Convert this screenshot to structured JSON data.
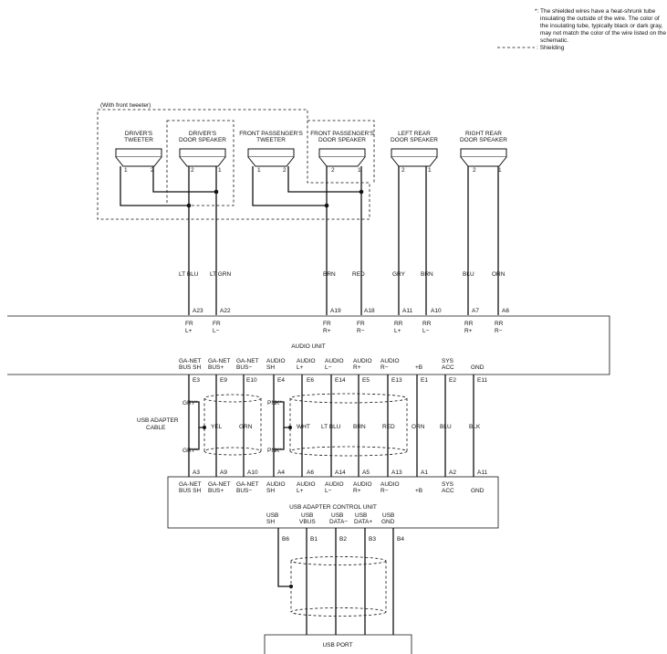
{
  "note": {
    "marker": "*:",
    "lines": [
      "The shielded wires have a heat-shrunk tube",
      "insulating the outside of the wire. The color of",
      "the insulating tube, typically black or dark gray,",
      "may not match the color of the wire listed on the",
      "schematic."
    ],
    "legend_symbol": "- - - - - -",
    "legend_label": ": Shielding"
  },
  "tweeter_group_label": "(With front tweeter)",
  "speakers": [
    {
      "line1": "DRIVER'S",
      "line2": "TWEETER",
      "pin_left": "1",
      "pin_right": "2"
    },
    {
      "line1": "DRIVER'S",
      "line2": "DOOR SPEAKER",
      "pin_left": "2",
      "pin_right": "1"
    },
    {
      "line1": "FRONT PASSENGER'S",
      "line2": "TWEETER",
      "pin_left": "1",
      "pin_right": "2"
    },
    {
      "line1": "FRONT PASSENGER'S",
      "line2": "DOOR SPEAKER",
      "pin_left": "2",
      "pin_right": "1"
    },
    {
      "line1": "LEFT REAR",
      "line2": "DOOR SPEAKER",
      "pin_left": "2",
      "pin_right": "1"
    },
    {
      "line1": "RIGHT REAR",
      "line2": "DOOR SPEAKER",
      "pin_left": "2",
      "pin_right": "1"
    }
  ],
  "speaker_wires": [
    {
      "color": "LT BLU",
      "pin": "A23",
      "sig1": "FR",
      "sig2": "L+"
    },
    {
      "color": "LT GRN",
      "pin": "A22",
      "sig1": "FR",
      "sig2": "L−"
    },
    {
      "color": "BRN",
      "pin": "A19",
      "sig1": "FR",
      "sig2": "R+"
    },
    {
      "color": "RED",
      "pin": "A18",
      "sig1": "FR",
      "sig2": "R−"
    },
    {
      "color": "GRY",
      "pin": "A11",
      "sig1": "RR",
      "sig2": "L+"
    },
    {
      "color": "BRN",
      "pin": "A10",
      "sig1": "RR",
      "sig2": "L−"
    },
    {
      "color": "BLU",
      "pin": "A7",
      "sig1": "RR",
      "sig2": "R+"
    },
    {
      "color": "ORN",
      "pin": "A6",
      "sig1": "RR",
      "sig2": "R−"
    }
  ],
  "audio_unit": {
    "title": "AUDIO UNIT",
    "bottom_pins": [
      {
        "line1": "GA-NET",
        "line2": "BUS SH",
        "pin": "E3"
      },
      {
        "line1": "GA-NET",
        "line2": "BUS+",
        "pin": "E9"
      },
      {
        "line1": "GA-NET",
        "line2": "BUS−",
        "pin": "E10"
      },
      {
        "line1": "AUDIO",
        "line2": "SH",
        "pin": "E4"
      },
      {
        "line1": "AUDIO",
        "line2": "L+",
        "pin": "E6"
      },
      {
        "line1": "AUDIO",
        "line2": "L−",
        "pin": "E14"
      },
      {
        "line1": "AUDIO",
        "line2": "R+",
        "pin": "E5"
      },
      {
        "line1": "AUDIO",
        "line2": "R−",
        "pin": "E13"
      },
      {
        "line1": "",
        "line2": "+B",
        "pin": "E1"
      },
      {
        "line1": "SYS",
        "line2": "ACC",
        "pin": "E2"
      },
      {
        "line1": "",
        "line2": "GND",
        "pin": "E11"
      }
    ]
  },
  "usb_cable": {
    "label_line1": "USB ADAPTER",
    "label_line2": "CABLE",
    "shield_colors": {
      "gray_top": "GRY*",
      "gray_bottom": "GRY*",
      "pink_top": "PNK*",
      "pink_bottom": "PNK*"
    },
    "wire_colors": [
      "YEL",
      "GRN",
      "WHT",
      "LT BLU",
      "BRN",
      "RED",
      "ORN",
      "BLU",
      "BLK"
    ]
  },
  "usb_control_unit": {
    "title": "USB ADAPTER CONTROL UNIT",
    "top_pins": [
      {
        "line1": "GA-NET",
        "line2": "BUS SH",
        "pin": "A3"
      },
      {
        "line1": "GA-NET",
        "line2": "BUS+",
        "pin": "A9"
      },
      {
        "line1": "GA-NET",
        "line2": "BUS−",
        "pin": "A10"
      },
      {
        "line1": "AUDIO",
        "line2": "SH",
        "pin": "A4"
      },
      {
        "line1": "AUDIO",
        "line2": "L+",
        "pin": "A6"
      },
      {
        "line1": "AUDIO",
        "line2": "L−",
        "pin": "A14"
      },
      {
        "line1": "AUDIO",
        "line2": "R+",
        "pin": "A5"
      },
      {
        "line1": "AUDIO",
        "line2": "R−",
        "pin": "A13"
      },
      {
        "line1": "",
        "line2": "+B",
        "pin": "A1"
      },
      {
        "line1": "SYS",
        "line2": "ACC",
        "pin": "A2"
      },
      {
        "line1": "",
        "line2": "GND",
        "pin": "A11"
      }
    ],
    "bottom_pins": [
      {
        "line1": "USB",
        "line2": "SH",
        "pin": "B6"
      },
      {
        "line1": "USB",
        "line2": "VBUS",
        "pin": "B1"
      },
      {
        "line1": "USB",
        "line2": "DATA−",
        "pin": "B2"
      },
      {
        "line1": "USB",
        "line2": "DATA+",
        "pin": "B3"
      },
      {
        "line1": "USB",
        "line2": "GND",
        "pin": "B4"
      }
    ]
  },
  "usb_port": {
    "title": "USB PORT"
  }
}
